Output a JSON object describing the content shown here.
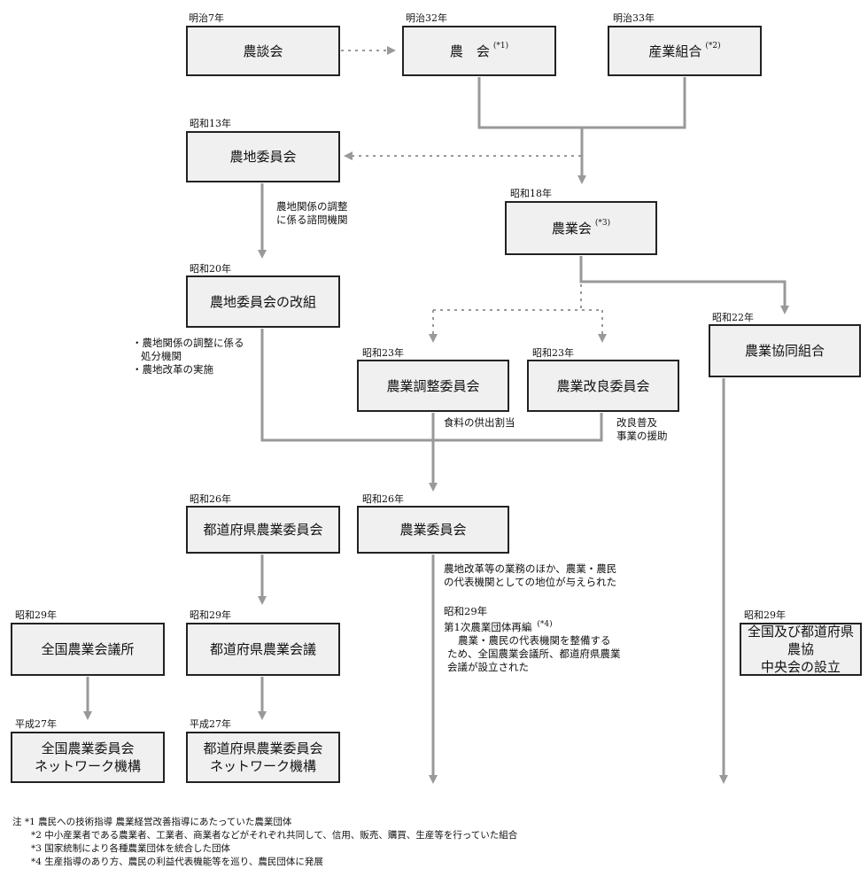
{
  "eras": {
    "noudankai": "明治7年",
    "noukai": "明治32年",
    "sangyo": "明治33年",
    "nouchi": "昭和13年",
    "nougyoukai": "昭和18年",
    "nouchi_kaiso": "昭和20年",
    "kyodo": "昭和22年",
    "chosei": "昭和23年",
    "kairyo": "昭和23年",
    "todofuken_iin": "昭和26年",
    "nougyou_iin": "昭和26年",
    "zenkoku_kaigisho": "昭和29年",
    "todofuken_kaigi": "昭和29年",
    "chuokai": "昭和29年",
    "network_zenkoku": "平成27年",
    "network_todofuken": "平成27年"
  },
  "boxes": {
    "noudankai": "農談会",
    "noukai": "農　会",
    "noukai_mark": "(*1)",
    "sangyo": "産業組合",
    "sangyo_mark": "(*2)",
    "nouchi": "農地委員会",
    "nougyoukai": "農業会",
    "nougyoukai_mark": "(*3)",
    "nouchi_kaiso": "農地委員会の改組",
    "kyodo": "農業協同組合",
    "chosei": "農業調整委員会",
    "kairyo": "農業改良委員会",
    "todofuken_iin": "都道府県農業委員会",
    "nougyou_iin": "農業委員会",
    "zenkoku_kaigisho": "全国農業会議所",
    "todofuken_kaigi": "都道府県農業会議",
    "chuokai_line1": "全国及び都道府県農協",
    "chuokai_line2": "中央会の設立",
    "network_zenkoku_line1": "全国農業委員会",
    "network_zenkoku_line2": "ネットワーク機構",
    "network_todofuken_line1": "都道府県農業委員会",
    "network_todofuken_line2": "ネットワーク機構"
  },
  "notes": {
    "nouchi_1": "農地関係の調整",
    "nouchi_2": "に係る諮問機関",
    "kaiso_1": "・農地関係の調整に係る",
    "kaiso_2": "処分機関",
    "kaiso_3": "・農地改革の実施",
    "chosei": "食料の供出割当",
    "kairyo_1": "改良普及",
    "kairyo_2": "事業の援助",
    "iin_1": "農地改革等の業務のほか、農業・農民",
    "iin_2": "の代表機関としての地位が与えられた",
    "s29_era": "昭和29年",
    "s29_title": "第1次農業団体再編",
    "s29_mark": "(*4)",
    "s29_1": "農業・農民の代表機関を整備する",
    "s29_2": "ため、全国農業会議所、都道府県農業",
    "s29_3": "会議が設立された"
  },
  "footnotes": [
    "注 *1 農民への技術指導 農業経営改善指導にあたっていた農業団体",
    "　　*2 中小産業者である農業者、工業者、商業者などがそれぞれ共同して、信用、販売、購買、生産等を行っていた組合",
    "　　*3 国家統制により各種農業団体を統合した団体",
    "　　*4 生産指導のあり方、農民の利益代表機能等を巡り、農民団体に発展"
  ]
}
